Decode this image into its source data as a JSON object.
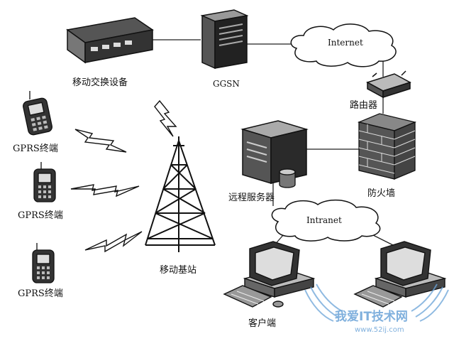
{
  "labels": {
    "switching": "移动交换设备",
    "ggsn": "GGSN",
    "internet": "Internet",
    "router": "路由器",
    "firewall": "防火墙",
    "remote_server": "远程服务器",
    "intranet": "Intranet",
    "base_station": "移动基站",
    "client": "客户端",
    "gprs_terminal_1": "GPRS终端",
    "gprs_terminal_2": "GPRS终端",
    "gprs_terminal_3": "GPRS终端"
  },
  "watermark": {
    "text": "我爱IT技术网",
    "url": "www.52ij.com"
  },
  "colors": {
    "ink": "#111111",
    "watermark": "#6aa3d8"
  }
}
